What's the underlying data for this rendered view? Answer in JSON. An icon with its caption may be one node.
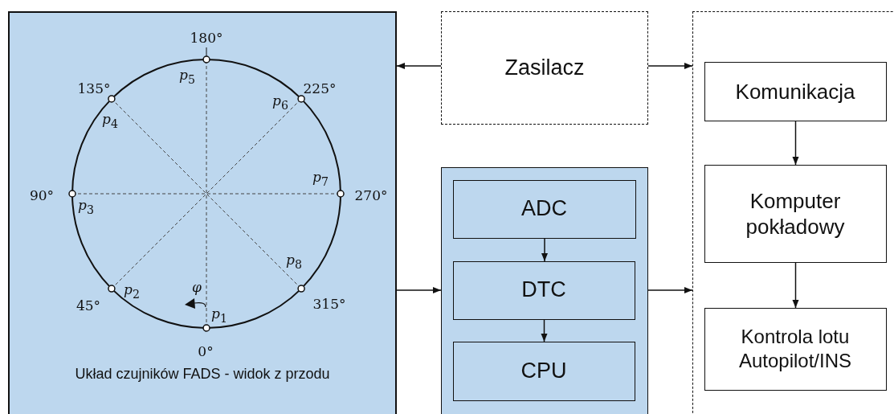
{
  "diagram": {
    "nodes": [
      {
        "text": [
          "Układ czujników FADS - widok z przodu"
        ]
      },
      {
        "text": [
          "Zasilacz"
        ]
      },
      {
        "text": [],
        "shape": "box"
      },
      {
        "text": [
          "ADC"
        ],
        "in": 2
      },
      {
        "text": [
          "DTC"
        ],
        "in": 2
      },
      {
        "text": [
          "CPU"
        ],
        "in": 2
      },
      {
        "text": [],
        "shape": "box"
      },
      {
        "text": [
          "Komunikacja"
        ],
        "in": 6
      },
      {
        "text": [
          "Komputer pokładowy"
        ],
        "in": 6
      },
      {
        "text": [
          "Kontrola lotu Autopilot/INS"
        ],
        "in": 6
      }
    ],
    "edges": [
      {
        "from": 1,
        "to": 0,
        "arrow": "to"
      },
      {
        "from": 1,
        "to": 6,
        "arrow": "to"
      },
      {
        "from": 0,
        "to": 2,
        "arrow": "to"
      },
      {
        "from": 2,
        "to": 6,
        "arrow": "to"
      },
      {
        "from": 3,
        "to": 4,
        "arrow": "to"
      },
      {
        "from": 4,
        "to": 5,
        "arrow": "to"
      },
      {
        "from": 7,
        "to": 8,
        "arrow": "to"
      },
      {
        "from": 8,
        "to": 9,
        "arrow": "to"
      }
    ],
    "labels": [
      "180°",
      "*p*$_{5}$",
      "135°",
      "225°",
      "*p*$_{6}$",
      "*p*$_{4}$",
      "*p*$_{7}$",
      "90°",
      "270°",
      "*p*$_{3}$",
      "*p*$_{8}$",
      "*p*$_{2}$",
      "φ",
      "45°",
      "315°",
      "*p*$_{1}$",
      "0°"
    ]
  }
}
